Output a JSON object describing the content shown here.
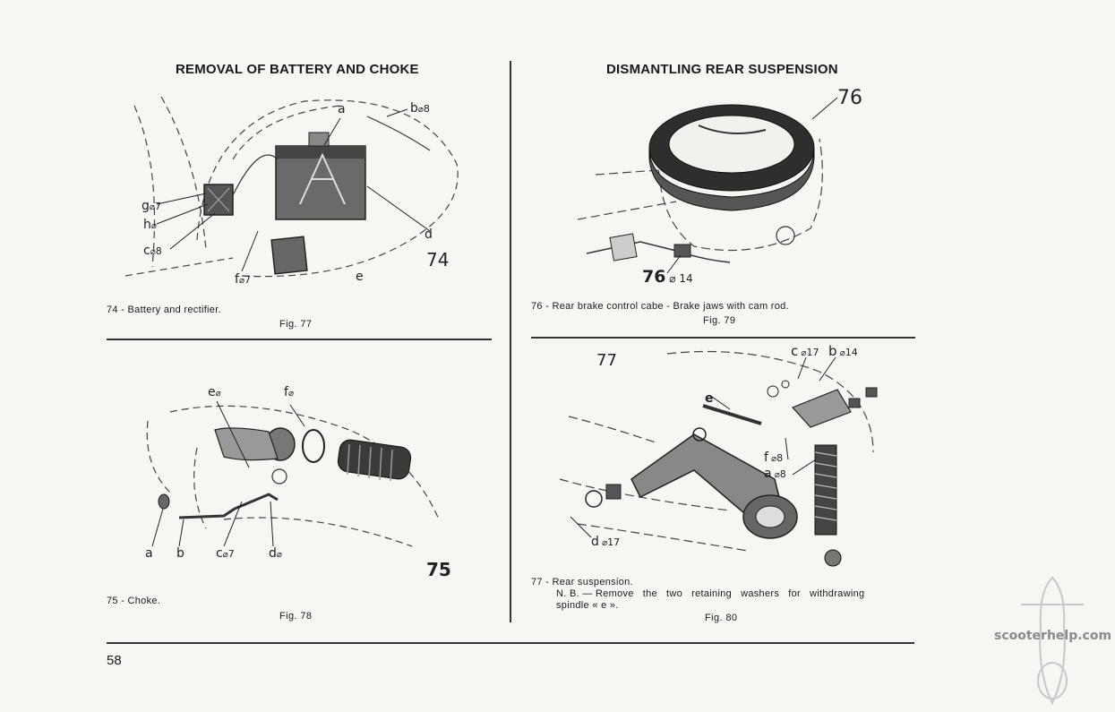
{
  "left": {
    "title": "REMOVAL OF BATTERY AND CHOKE",
    "fig77": {
      "caption": "74 - Battery and rectifier.",
      "fig_label": "Fig. 77",
      "callouts": {
        "a": "a",
        "b": "b",
        "b_size": "8",
        "c": "c",
        "c_size": "8",
        "d": "d",
        "e": "e",
        "f": "f",
        "f_size": "7",
        "g": "g",
        "g_size": "7",
        "h": "h",
        "num": "74"
      }
    },
    "fig78": {
      "caption": "75 - Choke.",
      "fig_label": "Fig. 78",
      "callouts": {
        "a": "a",
        "b": "b",
        "c": "c",
        "c_size": "7",
        "d": "d",
        "e": "e",
        "f": "f",
        "num": "75"
      }
    }
  },
  "right": {
    "title": "DISMANTLING REAR SUSPENSION",
    "fig79": {
      "caption": "76 - Rear brake control cabe - Brake jaws with cam rod.",
      "fig_label": "Fig. 79",
      "callouts": {
        "top": "76",
        "bottom": "76",
        "bottom_size": "14"
      }
    },
    "fig80": {
      "caption_line1": "77 - Rear suspension.",
      "caption_line2": "N. B. — Remove   the   two   retaining   washers   for   withdrawing",
      "caption_line3": "spindle  « e ».",
      "fig_label": "Fig. 80",
      "callouts": {
        "num": "77",
        "b": "b",
        "b_size": "14",
        "c": "c",
        "c_size": "17",
        "d": "d",
        "d_size": "17",
        "e": "e",
        "f": "f",
        "f_size": "8",
        "a": "a",
        "a_size": "8"
      }
    }
  },
  "page_number": "58",
  "watermark": "scooterhelp.com"
}
